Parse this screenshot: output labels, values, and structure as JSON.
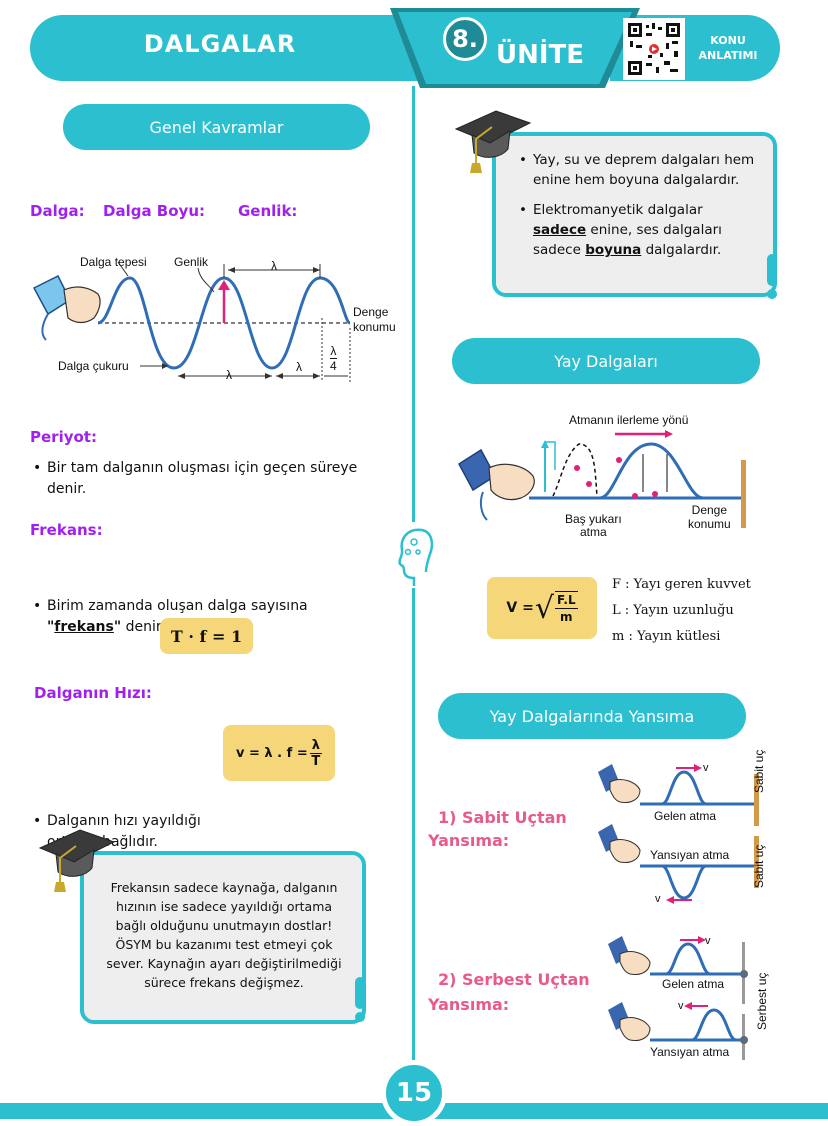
{
  "header": {
    "title": "DALGALAR",
    "unit_number": "8.",
    "unit_label": "ÜNİTE",
    "side_label_line1": "KONU",
    "side_label_line2": "ANLATIMI"
  },
  "left": {
    "section_pill": "Genel Kavramlar",
    "terms": {
      "dalga": "Dalga:",
      "dalga_boyu": "Dalga Boyu:",
      "genlik": "Genlik:"
    },
    "wave_figure": {
      "crest_label": "Dalga tepesi",
      "amplitude_label": "Genlik",
      "lambda": "λ",
      "equilibrium_line1": "Denge",
      "equilibrium_line2": "konumu",
      "trough_label": "Dalga çukuru",
      "quarter_num": "λ",
      "quarter_den": "4"
    },
    "periyot_heading": "Periyot:",
    "periyot_text": "Bir tam dalganın oluşması için geçen süreye denir.",
    "frekans_heading": "Frekans:",
    "frekans_text_before": "Birim zamanda oluşan dalga sayısına ",
    "frekans_quote_open": "\"",
    "frekans_word": "frekans",
    "frekans_quote_close": "\"",
    "frekans_text_after": " denir.",
    "formula_tf": "T · f = 1",
    "hiz_heading": "Dalganın Hızı:",
    "hiz_text_line1": "Dalganın hızı yayıldığı",
    "hiz_text_line2": "ortama bağlıdır.",
    "formula_v_prefix": "v = λ . f = ",
    "formula_v_num": "λ",
    "formula_v_den": "T",
    "note": "Frekansın sadece kaynağa, dalganın hızının ise sadece yayıldığı ortama bağlı olduğunu unutmayın dostlar! ÖSYM bu kazanımı test etmeyi çok sever. Kaynağın ayarı değiştirilmediği sürece frekans değişmez."
  },
  "right": {
    "note_bullet1": "Yay, su ve deprem dalgaları hem enine hem boyuna dalgalardır.",
    "note_bullet2_a": "Elektromanyetik dalgalar ",
    "note_bullet2_b": "sadece",
    "note_bullet2_c": " enine, ses dalgaları sadece ",
    "note_bullet2_d": "boyuna",
    "note_bullet2_e": " dalgalardır.",
    "yay_pill": "Yay Dalgaları",
    "yay_figure": {
      "direction_label": "Atmanın ilerleme yönü",
      "start_label_line1": "Baş yukarı",
      "start_label_line2": "atma",
      "equilibrium_line1": "Denge",
      "equilibrium_line2": "konumu"
    },
    "formula_V_prefix": "V = ",
    "formula_V_num": "F.L",
    "formula_V_den": "m",
    "legend": [
      "F : Yayı geren kuvvet",
      "L : Yayın uzunluğu",
      "m : Yayın kütlesi"
    ],
    "reflection_pill": "Yay Dalgalarında Yansıma",
    "fixed_heading_line1": "1) Sabit Uçtan",
    "fixed_heading_line2": "Yansıma:",
    "fixed_figure": {
      "v": "v",
      "incoming": "Gelen atma",
      "reflected": "Yansıyan atma",
      "end_label": "Sabit uç"
    },
    "free_heading_line1": "2) Serbest Uçtan",
    "free_heading_line2": "Yansıma:",
    "free_figure": {
      "v": "v",
      "incoming": "Gelen atma",
      "reflected": "Yansıyan atma",
      "end_label": "Serbest uç"
    }
  },
  "footer": {
    "page_number": "15"
  },
  "colors": {
    "teal": "#2bbfcf",
    "dark_teal": "#1f8b96",
    "purple": "#a020f0",
    "pink_heading": "#e85a8c",
    "formula_bg": "#f5d77a",
    "wave_blue": "#2f6db5",
    "arrow_magenta": "#e0207a"
  }
}
